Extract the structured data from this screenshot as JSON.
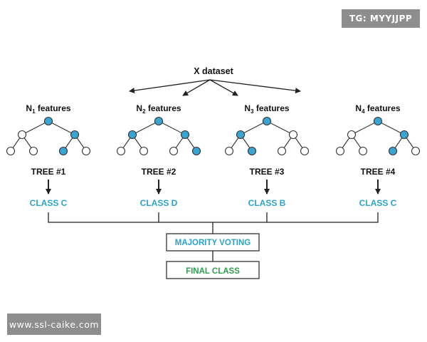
{
  "diagram": {
    "dataset_label": "X dataset",
    "trees": [
      {
        "feature_letter": "N",
        "feature_sub": "1",
        "feature_text": " features",
        "tree_label": "TREE #1",
        "class_label": "CLASS C",
        "filled_nodes": [
          "root",
          "r",
          "rl"
        ]
      },
      {
        "feature_letter": "N",
        "feature_sub": "2",
        "feature_text": " features",
        "tree_label": "TREE #2",
        "class_label": "CLASS D",
        "filled_nodes": [
          "root",
          "l",
          "r",
          "rr"
        ]
      },
      {
        "feature_letter": "N",
        "feature_sub": "3",
        "feature_text": " features",
        "tree_label": "TREE #3",
        "class_label": "CLASS B",
        "filled_nodes": [
          "root",
          "l",
          "lr"
        ]
      },
      {
        "feature_letter": "N",
        "feature_sub": "4",
        "feature_text": " features",
        "tree_label": "TREE #4",
        "class_label": "CLASS C",
        "filled_nodes": [
          "root",
          "r",
          "rl"
        ]
      }
    ],
    "majority_voting_label": "MAJORITY VOTING",
    "final_class_label": "FINAL CLASS",
    "colors": {
      "node_fill": "#3aa5d3",
      "class_text": "#2aa3c9",
      "voting_text": "#2aa3c9",
      "final_text": "#2f9e4e",
      "line": "#222222"
    }
  },
  "watermarks": {
    "top_right": "TG: MYYJJPP",
    "bottom_left": "www.ssl-caike.com"
  }
}
